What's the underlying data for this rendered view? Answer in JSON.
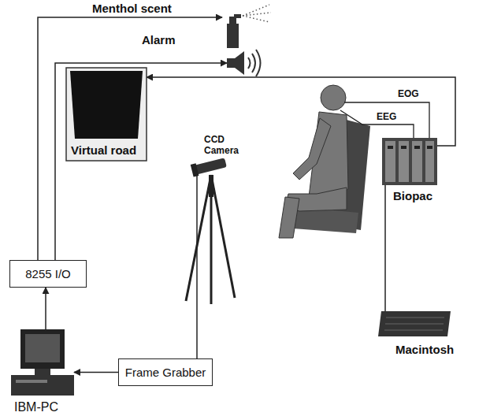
{
  "diagram": {
    "nodes": [
      {
        "text": [
          "Menthol scent"
        ]
      },
      {
        "text": [
          "Alarm"
        ]
      },
      {
        "text": [
          "Virtual road"
        ]
      },
      {
        "text": [
          "CCD Camera"
        ]
      },
      {
        "text": [
          "Biopac"
        ]
      },
      {
        "text": [
          "8255 I/O"
        ]
      },
      {
        "text": [
          "Macintosh"
        ]
      },
      {
        "text": [
          "Frame Grabber"
        ]
      },
      {
        "text": [
          "IBM-PC"
        ]
      }
    ],
    "edges": [
      {
        "from": 5,
        "to": 0,
        "arrow": "to"
      },
      {
        "from": 5,
        "to": 1,
        "arrow": "to"
      },
      {
        "from": 4,
        "to": 2,
        "arrow": "to"
      },
      {
        "from": 3,
        "to": 7,
        "arrow": "none"
      },
      {
        "from": 7,
        "to": 8,
        "arrow": "to"
      },
      {
        "from": 8,
        "to": 5,
        "arrow": "to"
      },
      {
        "from": 4,
        "to": 6,
        "arrow": "none"
      }
    ],
    "labels": [
      "EOG",
      "EEG"
    ]
  }
}
